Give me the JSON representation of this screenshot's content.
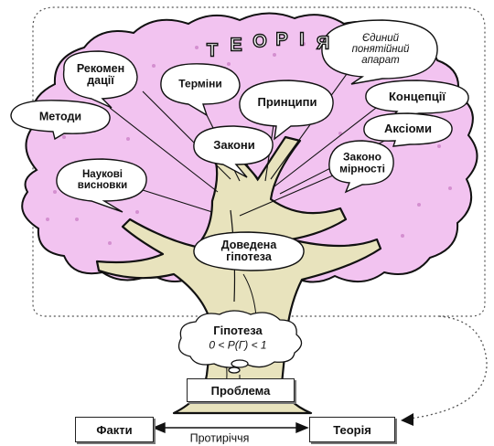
{
  "title": "ТЕОРІЯ",
  "bubbles": {
    "terms": "Терміни",
    "recommendations": "Рекомен\nдації",
    "methods": "Методи",
    "principles": "Принципи",
    "unified_apparatus": "Єдиний\nпонятійний\nапарат",
    "concepts": "Концепції",
    "axioms": "Аксіоми",
    "laws": "Закони",
    "regularities": "Законо\nмірності",
    "scientific_conclusions": "Наукові\nвисновки",
    "proven_hypothesis": "Доведена\nгіпотеза"
  },
  "hypothesis": {
    "title": "Гіпотеза",
    "formula": "0  < P(Г) < 1"
  },
  "boxes": {
    "problem": "Проблема",
    "facts": "Факти",
    "theory": "Теорія"
  },
  "contradiction_label": "Протиріччя",
  "colors": {
    "canopy": "#f2c3f0",
    "canopy_dots": "#d48fd0",
    "trunk": "#e8e3bd",
    "outline": "#111111"
  }
}
